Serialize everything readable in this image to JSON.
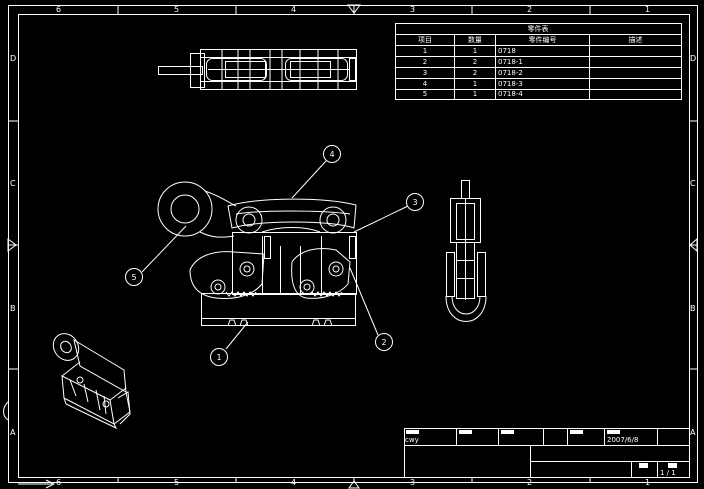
{
  "colors": {
    "background": "#000000",
    "lines": "#ffffff"
  },
  "zones": {
    "columns": [
      "6",
      "5",
      "4",
      "3",
      "2",
      "1"
    ],
    "rows": [
      "D",
      "C",
      "B",
      "A"
    ]
  },
  "parts_list": {
    "title": "零件表",
    "headers": [
      "项目",
      "数量",
      "零件编号",
      "描述"
    ],
    "rows": [
      [
        "1",
        "1",
        "0718",
        ""
      ],
      [
        "2",
        "2",
        "0718-1",
        ""
      ],
      [
        "3",
        "2",
        "0718-2",
        ""
      ],
      [
        "4",
        "1",
        "0718-3",
        ""
      ],
      [
        "5",
        "1",
        "0718-4",
        ""
      ]
    ]
  },
  "balloons": [
    "1",
    "2",
    "3",
    "4",
    "5"
  ],
  "title_block": {
    "designer": "cwy",
    "date": "2007/6/8",
    "sheet": "1 / 1"
  }
}
